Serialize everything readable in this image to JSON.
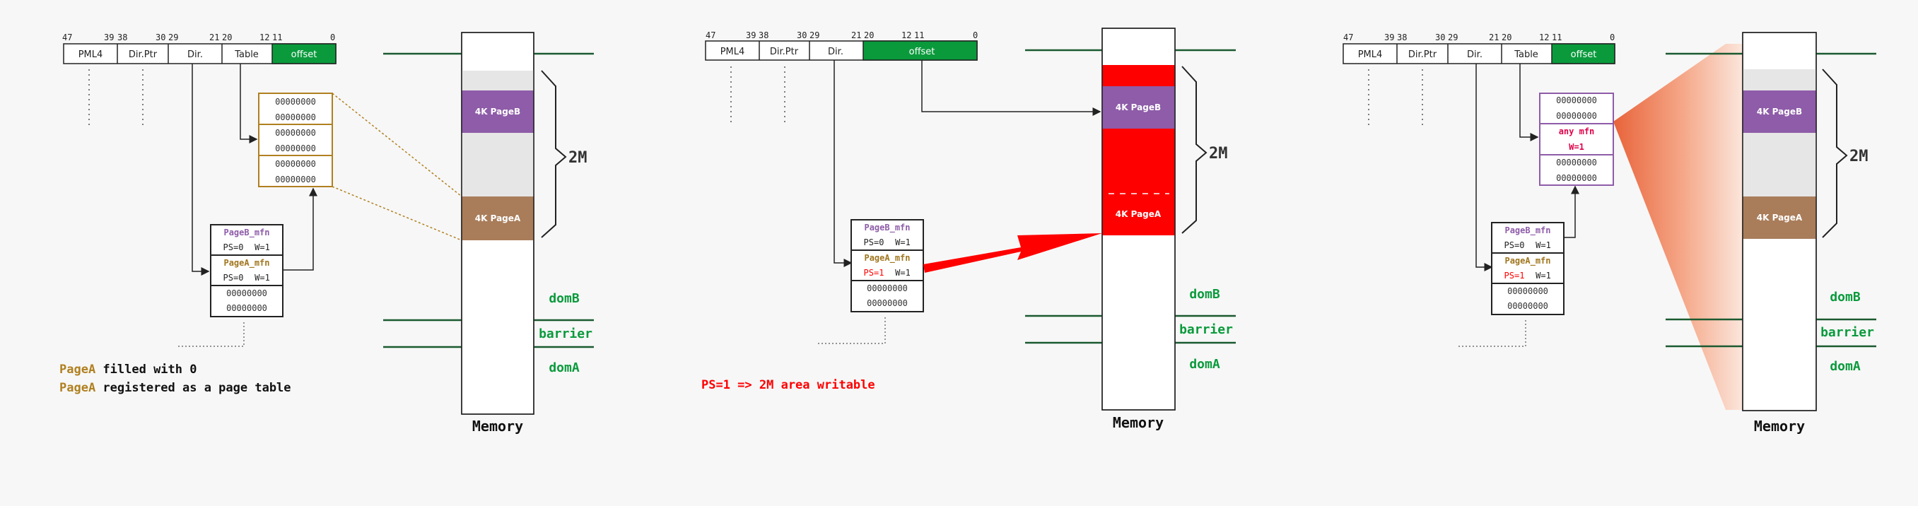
{
  "colors": {
    "green": "#0a9a3c",
    "dark_green": "#1a5a30",
    "purple": "#8e5ca8",
    "brown": "#a97d5a",
    "gold": "#b08020",
    "red": "#ff0000",
    "grey_fill": "#e6e6e6",
    "memory_outline": "#222222"
  },
  "panels": [
    {
      "address_bits": {
        "numbers": [
          "47",
          "39",
          "38",
          "30",
          "29",
          "21",
          "20",
          "12",
          "11",
          "0"
        ],
        "fields": [
          "PML4",
          "Dir.Ptr",
          "Dir.",
          "Table",
          "offset"
        ]
      },
      "pte_table": {
        "rows": [
          "00000000",
          "00000000",
          "00000000",
          "00000000",
          "00000000",
          "00000000"
        ]
      },
      "pde_table": {
        "rows": [
          {
            "name": "PageB_mfn",
            "flags_ps": "PS=0",
            "flags_w": "W=1"
          },
          {
            "name": "PageA_mfn",
            "flags_ps": "PS=0",
            "flags_w": "W=1"
          },
          {
            "name": "00000000",
            "flags_ps": "00000000",
            "flags_w": ""
          }
        ]
      },
      "memory": {
        "title": "Memory",
        "page_b": "4K PageB",
        "page_a": "4K PageA",
        "size": "2M",
        "domB": "domB",
        "barrier": "barrier",
        "domA": "domA"
      },
      "caption": [
        {
          "highlight": "PageA",
          "rest": " filled with 0"
        },
        {
          "highlight": "PageA",
          "rest": " registered as a page table"
        }
      ]
    },
    {
      "address_bits": {
        "numbers": [
          "47",
          "39",
          "38",
          "30",
          "29",
          "21",
          "20",
          "12",
          "11",
          "0"
        ],
        "fields": [
          "PML4",
          "Dir.Ptr",
          "Dir.",
          "offset"
        ]
      },
      "pde_table": {
        "rows": [
          {
            "name": "PageB_mfn",
            "flags_ps": "PS=0",
            "flags_w": "W=1"
          },
          {
            "name": "PageA_mfn",
            "flags_ps": "PS=1",
            "flags_w": "W=1"
          },
          {
            "name": "00000000",
            "flags_ps": "00000000",
            "flags_w": ""
          }
        ]
      },
      "memory": {
        "title": "Memory",
        "page_b": "4K PageB",
        "page_a": "4K PageA",
        "size": "2M",
        "domB": "domB",
        "barrier": "barrier",
        "domA": "domA"
      },
      "caption": "PS=1 => 2M area writable"
    },
    {
      "address_bits": {
        "numbers": [
          "47",
          "39",
          "38",
          "30",
          "29",
          "21",
          "20",
          "12",
          "11",
          "0"
        ],
        "fields": [
          "PML4",
          "Dir.Ptr",
          "Dir.",
          "Table",
          "offset"
        ]
      },
      "pte_table": {
        "rows": [
          "00000000",
          "00000000",
          "any mfn",
          "W=1",
          "00000000",
          "00000000"
        ]
      },
      "pde_table": {
        "rows": [
          {
            "name": "PageB_mfn",
            "flags_ps": "PS=0",
            "flags_w": "W=1"
          },
          {
            "name": "PageA_mfn",
            "flags_ps": "PS=1",
            "flags_w": "W=1"
          },
          {
            "name": "00000000",
            "flags_ps": "00000000",
            "flags_w": ""
          }
        ]
      },
      "memory": {
        "title": "Memory",
        "page_b": "4K PageB",
        "page_a": "4K PageA",
        "size": "2M",
        "domB": "domB",
        "barrier": "barrier",
        "domA": "domA"
      }
    }
  ]
}
